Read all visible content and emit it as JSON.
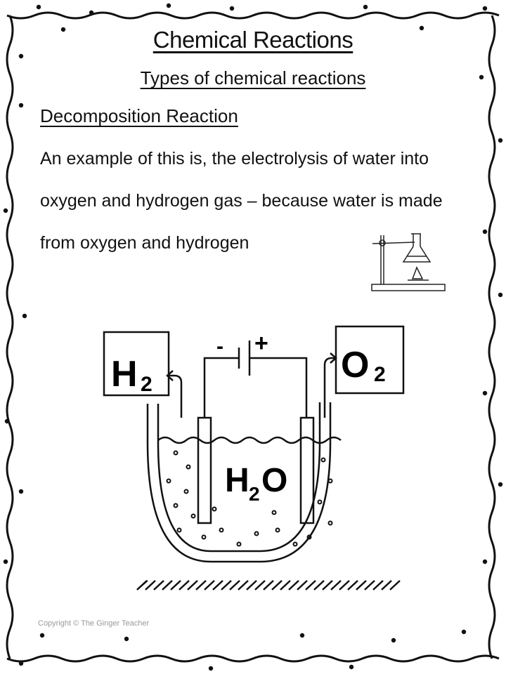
{
  "title": "Chemical Reactions",
  "subtitle": "Types of chemical reactions",
  "heading": "Decomposition Reaction",
  "body_lines": [
    "An example of this is, the electrolysis of water into",
    "oxygen and hydrogen gas – because water is made",
    "from oxygen and hydrogen"
  ],
  "diagram": {
    "hydrogen_label": "H",
    "hydrogen_sub": "2",
    "oxygen_label": "O",
    "oxygen_sub": "2",
    "water_label": "H",
    "water_sub": "2",
    "water_o": "O",
    "negative": "-",
    "positive": "+"
  },
  "copyright": "Copyright © The Ginger Teacher"
}
